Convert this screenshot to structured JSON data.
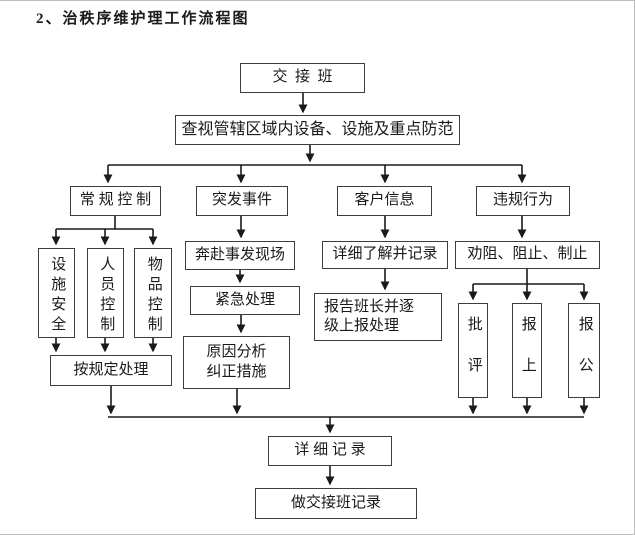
{
  "title": "2、治秩序维护理工作流程图",
  "flow": {
    "shift_handover": "交  接  班",
    "inspect": "查视管辖区域内设备、设施及重点防范",
    "regular_control": "常 规 控 制",
    "emergency": "突发事件",
    "customer_info": "客户信息",
    "violation": "违规行为",
    "facility_safety": "设施安全",
    "personnel_control": "人员控制",
    "item_control": "物品控制",
    "handle_by_rules": "按规定处理",
    "rush_to_scene": "奔赴事发现场",
    "emergency_handling": "紧急处理",
    "cause_line1": "原因分析",
    "cause_line2": "纠正措施",
    "record_in_detail": "详细了解并记录",
    "report_line1": "报告班长并逐",
    "report_line2": "级上报处理",
    "dissuade": "劝阻、阻止、制止",
    "criticize": "批评",
    "report_up": "报上",
    "report_police": "报公",
    "detailed_record": "详 细 记 录",
    "handover_record": "做交接班记录"
  },
  "colors": {
    "line": "#1a1a1a",
    "border": "#3d3d3d",
    "page_edge": "#bdbdbd"
  }
}
